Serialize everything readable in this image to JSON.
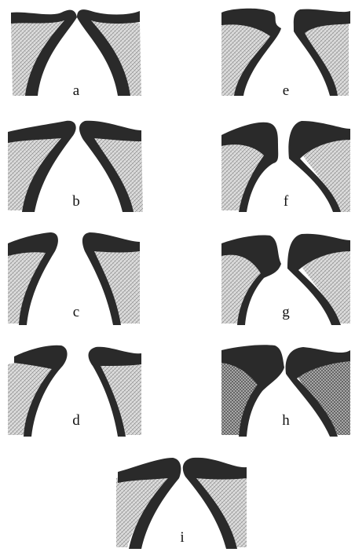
{
  "figure": {
    "panels": [
      {
        "id": "a",
        "label": "a"
      },
      {
        "id": "b",
        "label": "b"
      },
      {
        "id": "c",
        "label": "c"
      },
      {
        "id": "d",
        "label": "d"
      },
      {
        "id": "e",
        "label": "e"
      },
      {
        "id": "f",
        "label": "f"
      },
      {
        "id": "g",
        "label": "g"
      },
      {
        "id": "h",
        "label": "h"
      },
      {
        "id": "i",
        "label": "i"
      }
    ],
    "colors": {
      "band": "#2a2a2a",
      "fill_light": "#d9d9d9",
      "fill_dark": "#9a9a9a",
      "hatch": "#6f6f6f"
    }
  }
}
